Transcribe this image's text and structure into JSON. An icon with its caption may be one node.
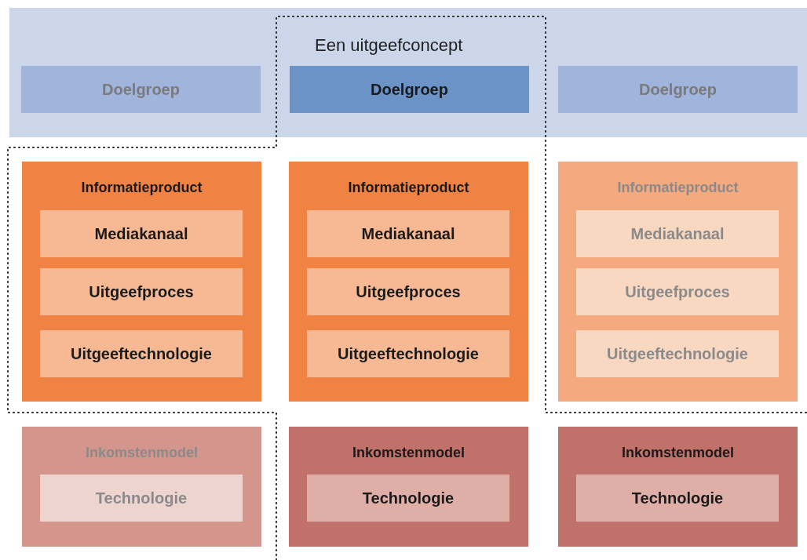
{
  "diagram": {
    "nodes": [
      {
        "text": [],
        "shape": "band"
      },
      {
        "text": [
          "Doelgroep"
        ],
        "in": 0
      },
      {
        "text": [
          "Doelgroep"
        ],
        "in": 0
      },
      {
        "text": [
          "Doelgroep"
        ],
        "in": 0
      },
      {
        "text": [
          "Informatieproduct"
        ]
      },
      {
        "text": [
          "Mediakanaal"
        ],
        "in": 4
      },
      {
        "text": [
          "Uitgeefproces"
        ],
        "in": 4
      },
      {
        "text": [
          "Uitgeeftechnologie"
        ],
        "in": 4
      },
      {
        "text": [
          "Informatieproduct"
        ]
      },
      {
        "text": [
          "Mediakanaal"
        ],
        "in": 8
      },
      {
        "text": [
          "Uitgeefproces"
        ],
        "in": 8
      },
      {
        "text": [
          "Uitgeeftechnologie"
        ],
        "in": 8
      },
      {
        "text": [
          "Informatieproduct"
        ]
      },
      {
        "text": [
          "Mediakanaal"
        ],
        "in": 12
      },
      {
        "text": [
          "Uitgeefproces"
        ],
        "in": 12
      },
      {
        "text": [
          "Uitgeeftechnologie"
        ],
        "in": 12
      },
      {
        "text": [
          "Inkomstenmodel"
        ]
      },
      {
        "text": [
          "Technologie"
        ],
        "in": 16
      },
      {
        "text": [
          "Inkomstenmodel"
        ]
      },
      {
        "text": [
          "Technologie"
        ],
        "in": 18
      },
      {
        "text": [
          "Inkomstenmodel"
        ]
      },
      {
        "text": [
          "Technologie"
        ],
        "in": 20
      }
    ],
    "labels": [
      "Een uitgeefconcept"
    ]
  }
}
